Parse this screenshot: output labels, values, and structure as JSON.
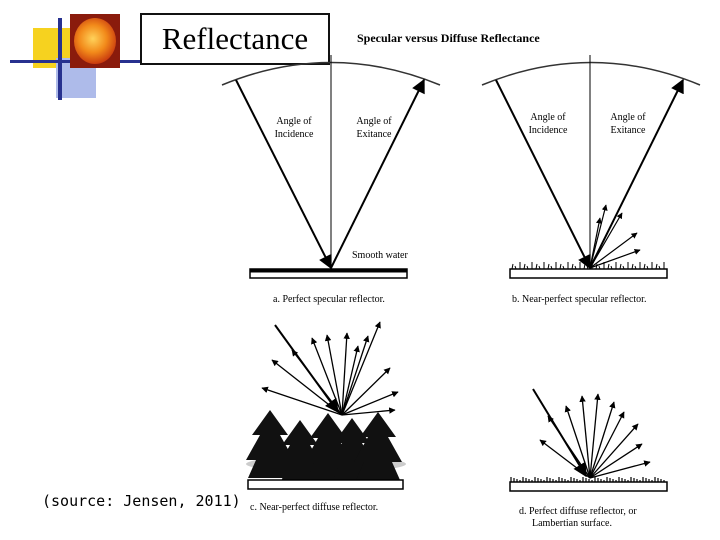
{
  "slide": {
    "title": "Reflectance",
    "source": "(source: Jensen, 2011)"
  },
  "figure": {
    "heading": "Specular versus Diffuse Reflectance",
    "panels": [
      {
        "caption": "a. Perfect specular reflector.",
        "angle_incidence": [
          "Angle of",
          "Incidence"
        ],
        "angle_exitance": [
          "Angle of",
          "Exitance"
        ],
        "surface_label": "Smooth water"
      },
      {
        "caption": "b. Near-perfect specular reflector.",
        "angle_incidence": [
          "Angle of",
          "Incidence"
        ],
        "angle_exitance": [
          "Angle of",
          "Exitance"
        ]
      },
      {
        "caption": "c. Near-perfect diffuse reflector."
      },
      {
        "caption_lines": [
          "d. Perfect diffuse reflector, or",
          "Lambertian surface."
        ]
      }
    ]
  },
  "colors": {
    "accent_yellow": "#f6d21f",
    "accent_blue": "#27318f",
    "accent_light_blue": "#aebbea",
    "sun": "#e8641a"
  }
}
